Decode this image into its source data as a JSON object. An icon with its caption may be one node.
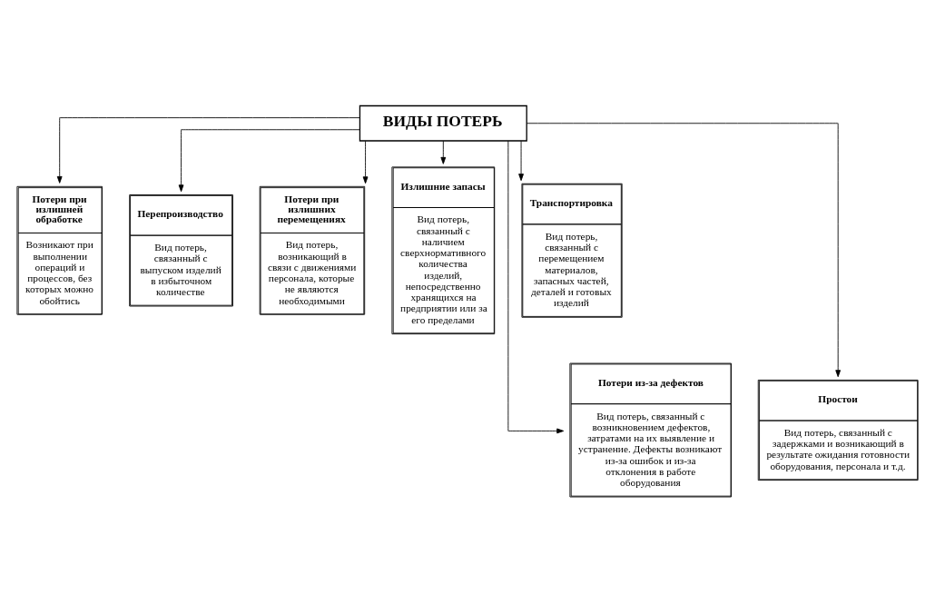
{
  "diagram": {
    "nodes": [
      {
        "text": [
          "ВИДЫ ПОТЕРЬ"
        ]
      },
      {
        "text": [
          "Потери при излишней обработке",
          "Возникают при выполнении операций и процессов, без которых можно обойтись"
        ]
      },
      {
        "text": [
          "Перепроизводство",
          "Вид потерь, связанный с выпуском изделий в избыточном количестве"
        ]
      },
      {
        "text": [
          "Потери при излишних перемещениях",
          "Вид потерь, возникающий в связи с движениями персонала, которые не являются необходимыми"
        ]
      },
      {
        "text": [
          "Излишние запасы",
          "Вид потерь, связанный с наличием сверхнормативного количества изделий, непосредственно хранящихся на предприятии или за его пределами"
        ]
      },
      {
        "text": [
          "Транспортировка",
          "Вид потерь, связанный с перемещением материалов, запасных частей, деталей и готовых изделий"
        ]
      },
      {
        "text": [
          "Потери из-за дефектов",
          "Вид потерь, связанный с возникновением дефектов, затратами на их выявление и устранение. Дефекты возникают из-за ошибок и из-за отклонения в работе оборудования"
        ]
      },
      {
        "text": [
          "Простои",
          "Вид потерь, связанный с задержками и возникающий в результате ожидания готовности оборудования, персонала и т.д."
        ]
      }
    ],
    "edges": [
      {
        "from": 0,
        "to": 1,
        "arrow": "to"
      },
      {
        "from": 0,
        "to": 2,
        "arrow": "to"
      },
      {
        "from": 0,
        "to": 3,
        "arrow": "to"
      },
      {
        "from": 0,
        "to": 4,
        "arrow": "to"
      },
      {
        "from": 0,
        "to": 5,
        "arrow": "to"
      },
      {
        "from": 0,
        "to": 6,
        "arrow": "to"
      },
      {
        "from": 0,
        "to": 7,
        "arrow": "to"
      }
    ]
  }
}
